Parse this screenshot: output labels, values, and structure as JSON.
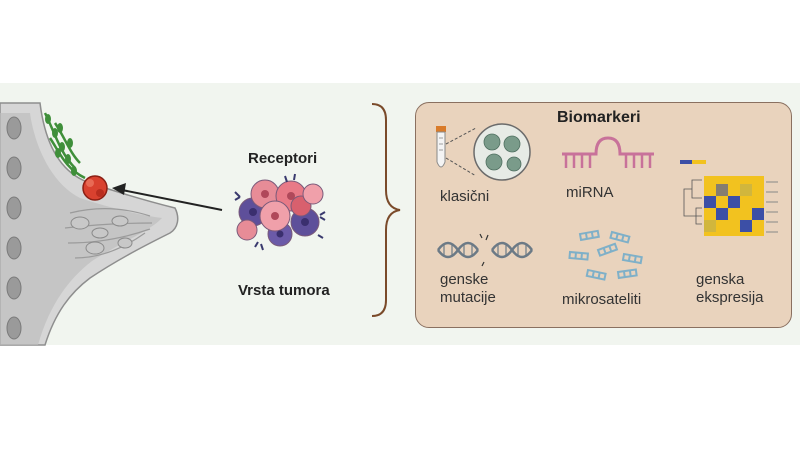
{
  "diagram": {
    "left_labels": {
      "receptors": "Receptori",
      "tumor_type": "Vrsta tumora"
    },
    "panel": {
      "title": "Biomarkeri",
      "items": [
        {
          "label": "klasični",
          "icon": "petri-dish-tube-icon"
        },
        {
          "label": "miRNA",
          "icon": "mirna-hairpin-icon"
        },
        {
          "label_line1": "genske",
          "label_line2": "mutacije",
          "icon": "dna-helix-icon"
        },
        {
          "label": "mikrosateliti",
          "icon": "microsatellite-fragments-icon"
        },
        {
          "label_line1": "genska",
          "label_line2": "ekspresija",
          "icon": "heatmap-icon"
        }
      ]
    },
    "colors": {
      "background_band": "#f1f5ef",
      "panel_fill": "#e9d3bd",
      "tumor_red": "#d9412f",
      "lymph_green": "#3f8f3a",
      "mirna_pink": "#c8729a",
      "dna_grey": "#6c7a86",
      "microsat_blue": "#7fb0c8",
      "heatmap_yellow": "#f2c21f",
      "heatmap_blue": "#3c4fa6"
    }
  }
}
